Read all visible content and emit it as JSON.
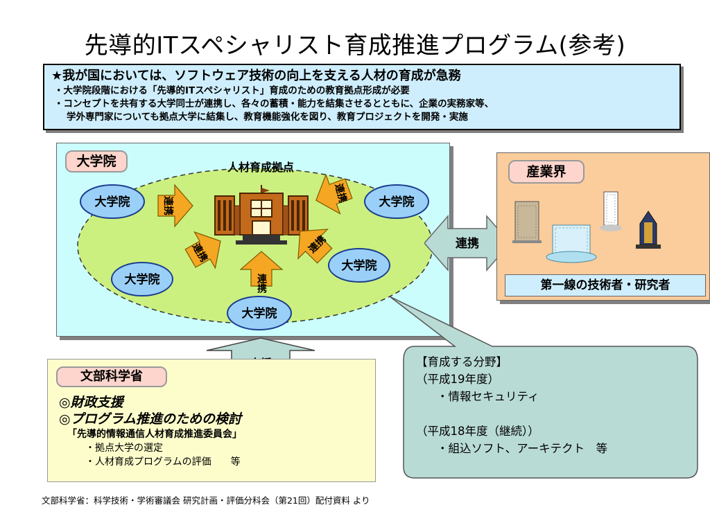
{
  "title": "先導的ITスペシャリスト育成推進プログラム(参考)",
  "intro": {
    "headline": "★我が国においては、ソフトウェア技術の向上を支える人材の育成が急務",
    "bullet1": "・大学院段階における「先導的ITスペシャリスト」育成のための教育拠点形成が必要",
    "bullet2a": "・コンセプトを共有する大学同士が連携し、各々の蓄積・能力を結集させるとともに、企業の実務家等、",
    "bullet2b": "学外専門家についても拠点大学に結集し、教育機能強化を図り、教育プロジェクトを開発・実施"
  },
  "university_panel": {
    "tag": "大学院",
    "hub_label": "人材育成拠点",
    "node_label": "大学院",
    "link_label": "連携"
  },
  "link_to_industry": "連携",
  "industry_panel": {
    "tag": "産業界",
    "experts": "第一線の技術者・研究者"
  },
  "support_label": "支援",
  "mext_panel": {
    "tag": "文部科学省",
    "item1": "◎財政支援",
    "item2": "◎プログラム推進のための検討",
    "committee": "「先導的情報通信人材育成推進委員会」",
    "sub1": "・拠点大学の選定",
    "sub2": "・人材育成プログラムの評価　　等"
  },
  "fields": {
    "heading": "【育成する分野】",
    "year1": "（平成19年度）",
    "field1": "・情報セキュリティ",
    "year2": "（平成18年度（継続））",
    "field2": "・組込ソフト、アーキテクト　等"
  },
  "footnote": "文部科学省：科学技術・学術審議会 研究計画・評価分科会（第21回）配付資料 より",
  "colors": {
    "intro_bg": "#cfeefd",
    "university_bg": "#ccfdfd",
    "ellipse": "#ccf080",
    "node": "#9ad0f8",
    "arrow": "#f5a623",
    "industry_bg": "#fbcc9c",
    "mext_bg": "#fdfdcc",
    "tag_bg": "#fdd5cc",
    "link_arrow": "#b9dbd6",
    "callout": "#b9dbd6"
  }
}
